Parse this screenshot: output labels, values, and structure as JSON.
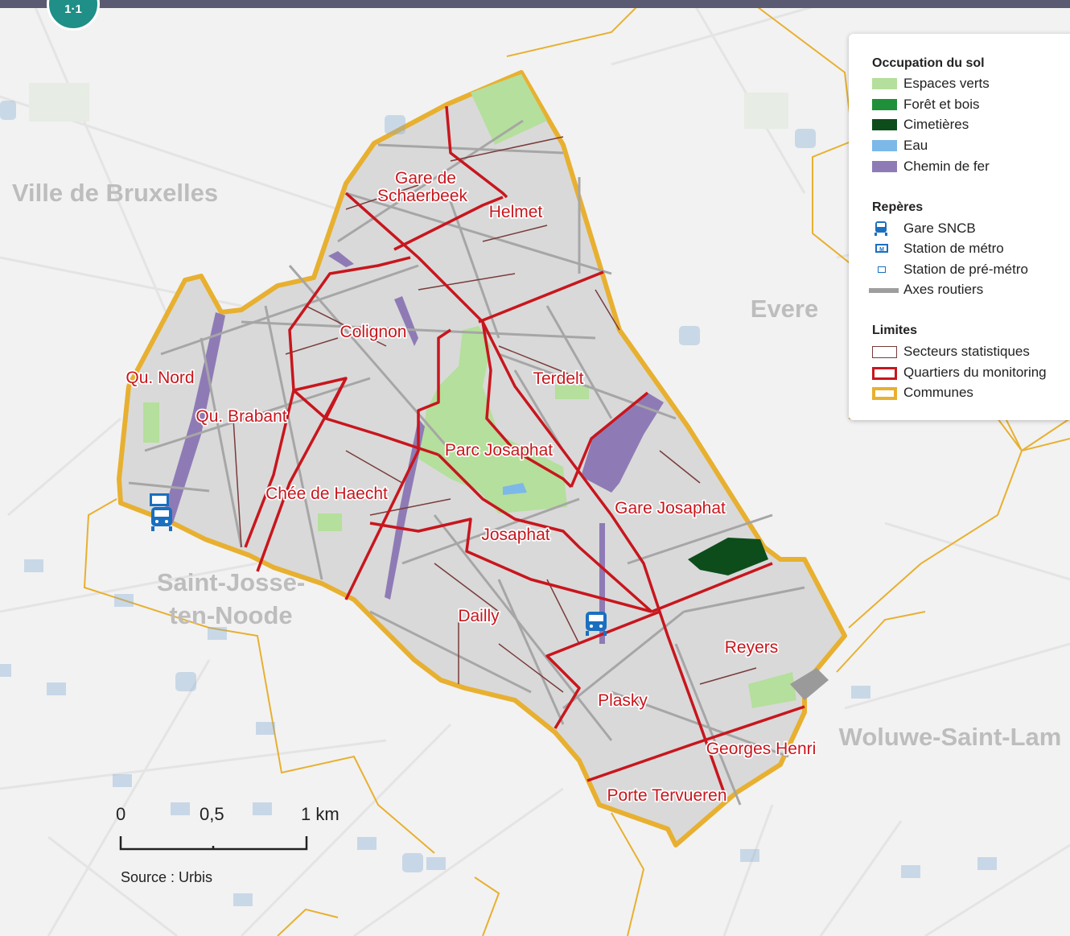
{
  "header": {
    "badge": "1·1"
  },
  "communes": [
    {
      "name": "Ville de Bruxelles",
      "color": "#bdbdbd"
    },
    {
      "name": "Evere",
      "color": "#bdbdbd"
    },
    {
      "name": "Saint-Josse-",
      "color": "#bdbdbd"
    },
    {
      "name": "ten-Noode",
      "color": "#bdbdbd"
    },
    {
      "name": "Woluwe-Saint-Lam",
      "color": "#bdbdbd"
    }
  ],
  "quartiers": [
    "Gare de",
    "Schaerbeek",
    "Helmet",
    "Colignon",
    "Terdelt",
    "Qu. Nord",
    "Qu. Brabant",
    "Parc Josaphat",
    "Chée de Haecht",
    "Gare Josaphat",
    "Josaphat",
    "Dailly",
    "Reyers",
    "Plasky",
    "Georges Henri",
    "Porte Tervueren"
  ],
  "legend": {
    "occupation_title": "Occupation du sol",
    "occupation": [
      {
        "label": "Espaces verts",
        "color": "#b5df9c"
      },
      {
        "label": "Forêt et bois",
        "color": "#1f8f3a"
      },
      {
        "label": "Cimetières",
        "color": "#0d4d1c"
      },
      {
        "label": "Eau",
        "color": "#7cb8e8"
      },
      {
        "label": "Chemin de fer",
        "color": "#8e7bb5"
      }
    ],
    "reperes_title": "Repères",
    "reperes": [
      {
        "label": "Gare SNCB",
        "icon": "train-icon"
      },
      {
        "label": "Station de métro",
        "icon": "metro-icon"
      },
      {
        "label": "Station de pré-métro",
        "icon": "premetro-icon"
      },
      {
        "label": "Axes routiers",
        "icon": "road-swatch"
      }
    ],
    "limites_title": "Limites",
    "limites": [
      {
        "label": "Secteurs statistiques",
        "color": "#7a3b3b"
      },
      {
        "label": "Quartiers du monitoring",
        "color": "#c8161d"
      },
      {
        "label": "Communes",
        "color": "#e8b030"
      }
    ]
  },
  "scale": {
    "labels": [
      "0",
      "0,5",
      "1 km"
    ]
  },
  "source": "Source : Urbis",
  "colors": {
    "commune_border": "#e8b030",
    "quartier": "#c8161d",
    "district_fill": "#d9d9d9",
    "road": "#a0a0a0",
    "label_red": "#c8161d"
  }
}
